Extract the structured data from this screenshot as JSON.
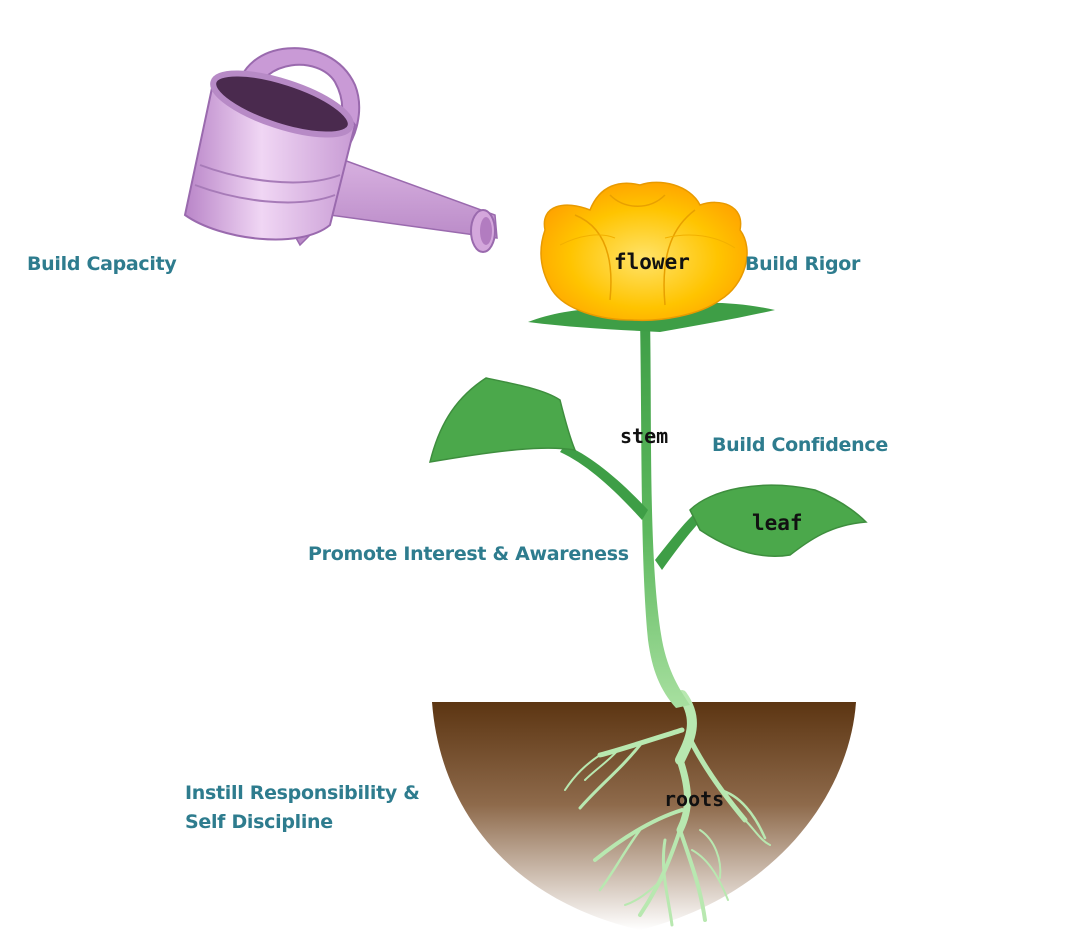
{
  "captions": {
    "build_capacity": "Build Capacity",
    "build_rigor": "Build Rigor",
    "build_confidence": "Build Confidence",
    "promote_interest": "Promote Interest & Awareness",
    "instill_responsibility_line1": "Instill Responsibility &",
    "instill_responsibility_line2": "Self Discipline"
  },
  "plant_labels": {
    "flower": "flower",
    "stem": "stem",
    "leaf": "leaf",
    "roots": "roots"
  },
  "colors": {
    "caption_text": "#2E7C8E",
    "flower_yellow": "#FFC400",
    "flower_orange": "#FFA000",
    "leaf_green": "#4BA84B",
    "stem_green": "#52AD52",
    "root_green": "#B8E8B0",
    "soil_brown": "#5C3512",
    "watering_can_pink": "#D7A8E0"
  },
  "icons": {
    "watering_can": "watering-can-icon"
  }
}
